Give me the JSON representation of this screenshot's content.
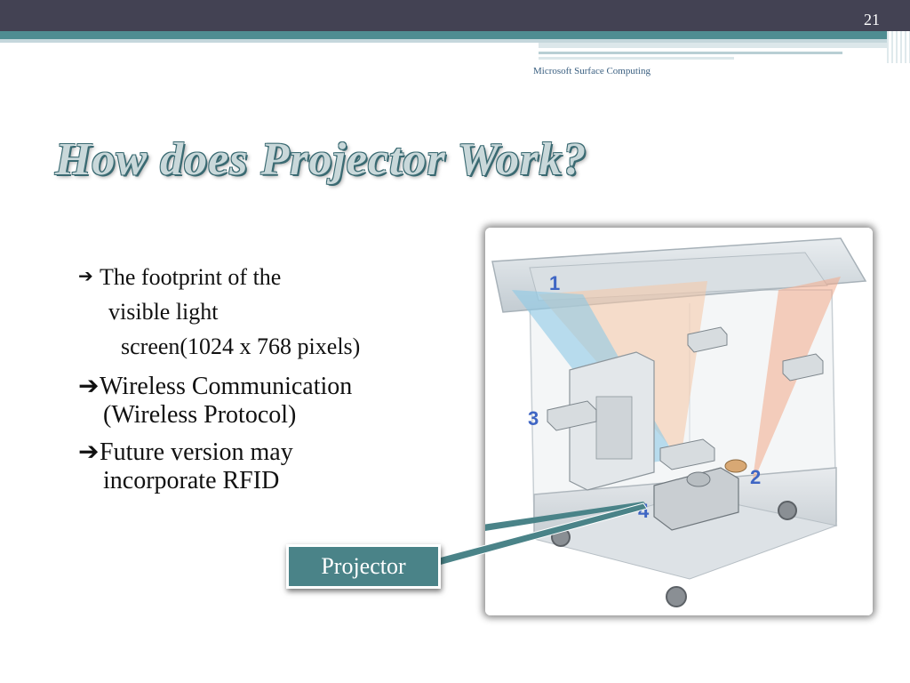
{
  "slide": {
    "number": "21",
    "header_subtitle": "Microsoft Surface Computing",
    "title": "How does Projector Work?"
  },
  "bullets": [
    {
      "lines": [
        "The footprint of  the",
        "visible light",
        "screen(1024 x 768 pixels)"
      ]
    },
    {
      "lines": [
        "Wireless Communication",
        "(Wireless Protocol)"
      ]
    },
    {
      "lines": [
        "Future version may",
        "incorporate RFID"
      ]
    }
  ],
  "diagram": {
    "labels": [
      "1",
      "2",
      "3",
      "4"
    ],
    "callout": "Projector"
  },
  "colors": {
    "top_bar": "#434253",
    "accent_teal": "#4f8d92",
    "callout_fill": "#4a8388",
    "title_fill": "#c9d8da",
    "title_outline": "#3a6a72",
    "diagram_label": "#3f66c4"
  }
}
